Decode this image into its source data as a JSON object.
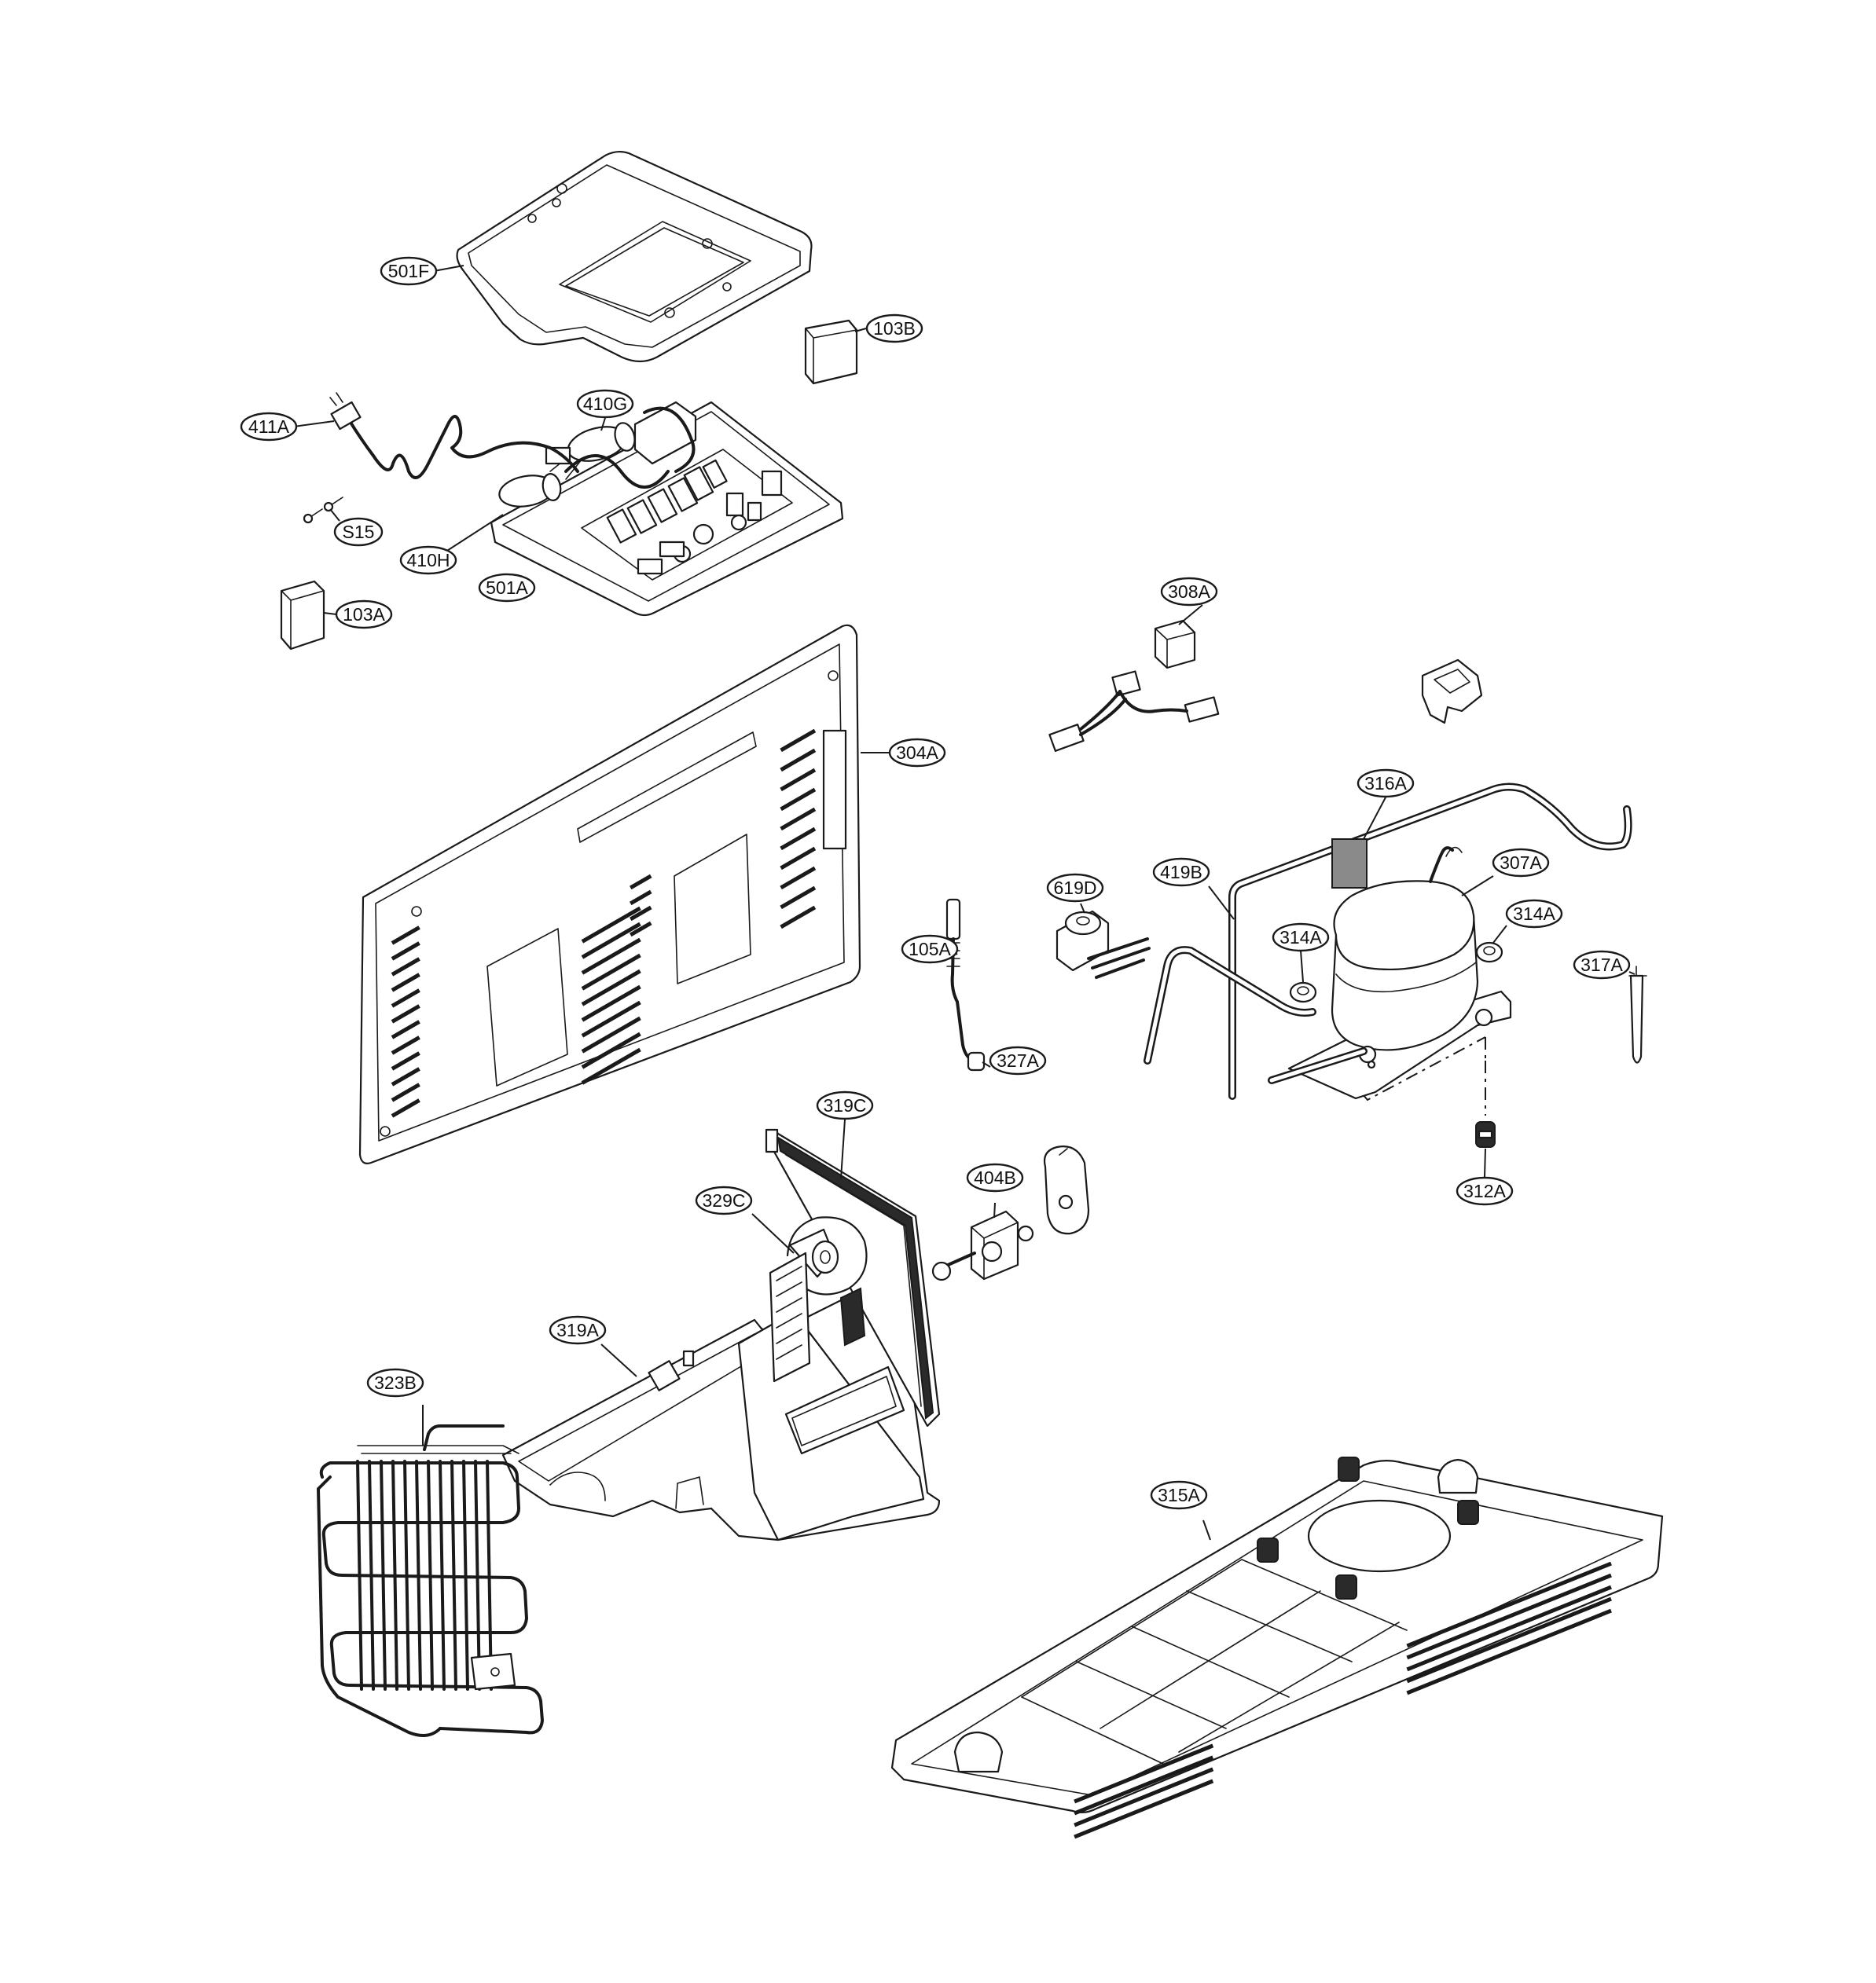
{
  "diagram": {
    "type": "exploded parts diagram",
    "colors": {
      "line": "#1a1a1a",
      "background": "#ffffff",
      "shading": "#8a8a8a"
    },
    "callouts": [
      {
        "id": "501F",
        "label": "501F"
      },
      {
        "id": "103B",
        "label": "103B"
      },
      {
        "id": "411A",
        "label": "411A"
      },
      {
        "id": "410G",
        "label": "410G"
      },
      {
        "id": "S15",
        "label": "S15"
      },
      {
        "id": "410H",
        "label": "410H"
      },
      {
        "id": "501A",
        "label": "501A"
      },
      {
        "id": "103A",
        "label": "103A"
      },
      {
        "id": "308A",
        "label": "308A"
      },
      {
        "id": "304A",
        "label": "304A"
      },
      {
        "id": "316A",
        "label": "316A"
      },
      {
        "id": "619D",
        "label": "619D"
      },
      {
        "id": "419B",
        "label": "419B"
      },
      {
        "id": "307A",
        "label": "307A"
      },
      {
        "id": "314A-left",
        "label": "314A"
      },
      {
        "id": "314A-right",
        "label": "314A"
      },
      {
        "id": "105A",
        "label": "105A"
      },
      {
        "id": "317A",
        "label": "317A"
      },
      {
        "id": "327A",
        "label": "327A"
      },
      {
        "id": "319C",
        "label": "319C"
      },
      {
        "id": "312A",
        "label": "312A"
      },
      {
        "id": "404B",
        "label": "404B"
      },
      {
        "id": "329C",
        "label": "329C"
      },
      {
        "id": "319A",
        "label": "319A"
      },
      {
        "id": "323B",
        "label": "323B"
      },
      {
        "id": "315A",
        "label": "315A"
      }
    ]
  }
}
